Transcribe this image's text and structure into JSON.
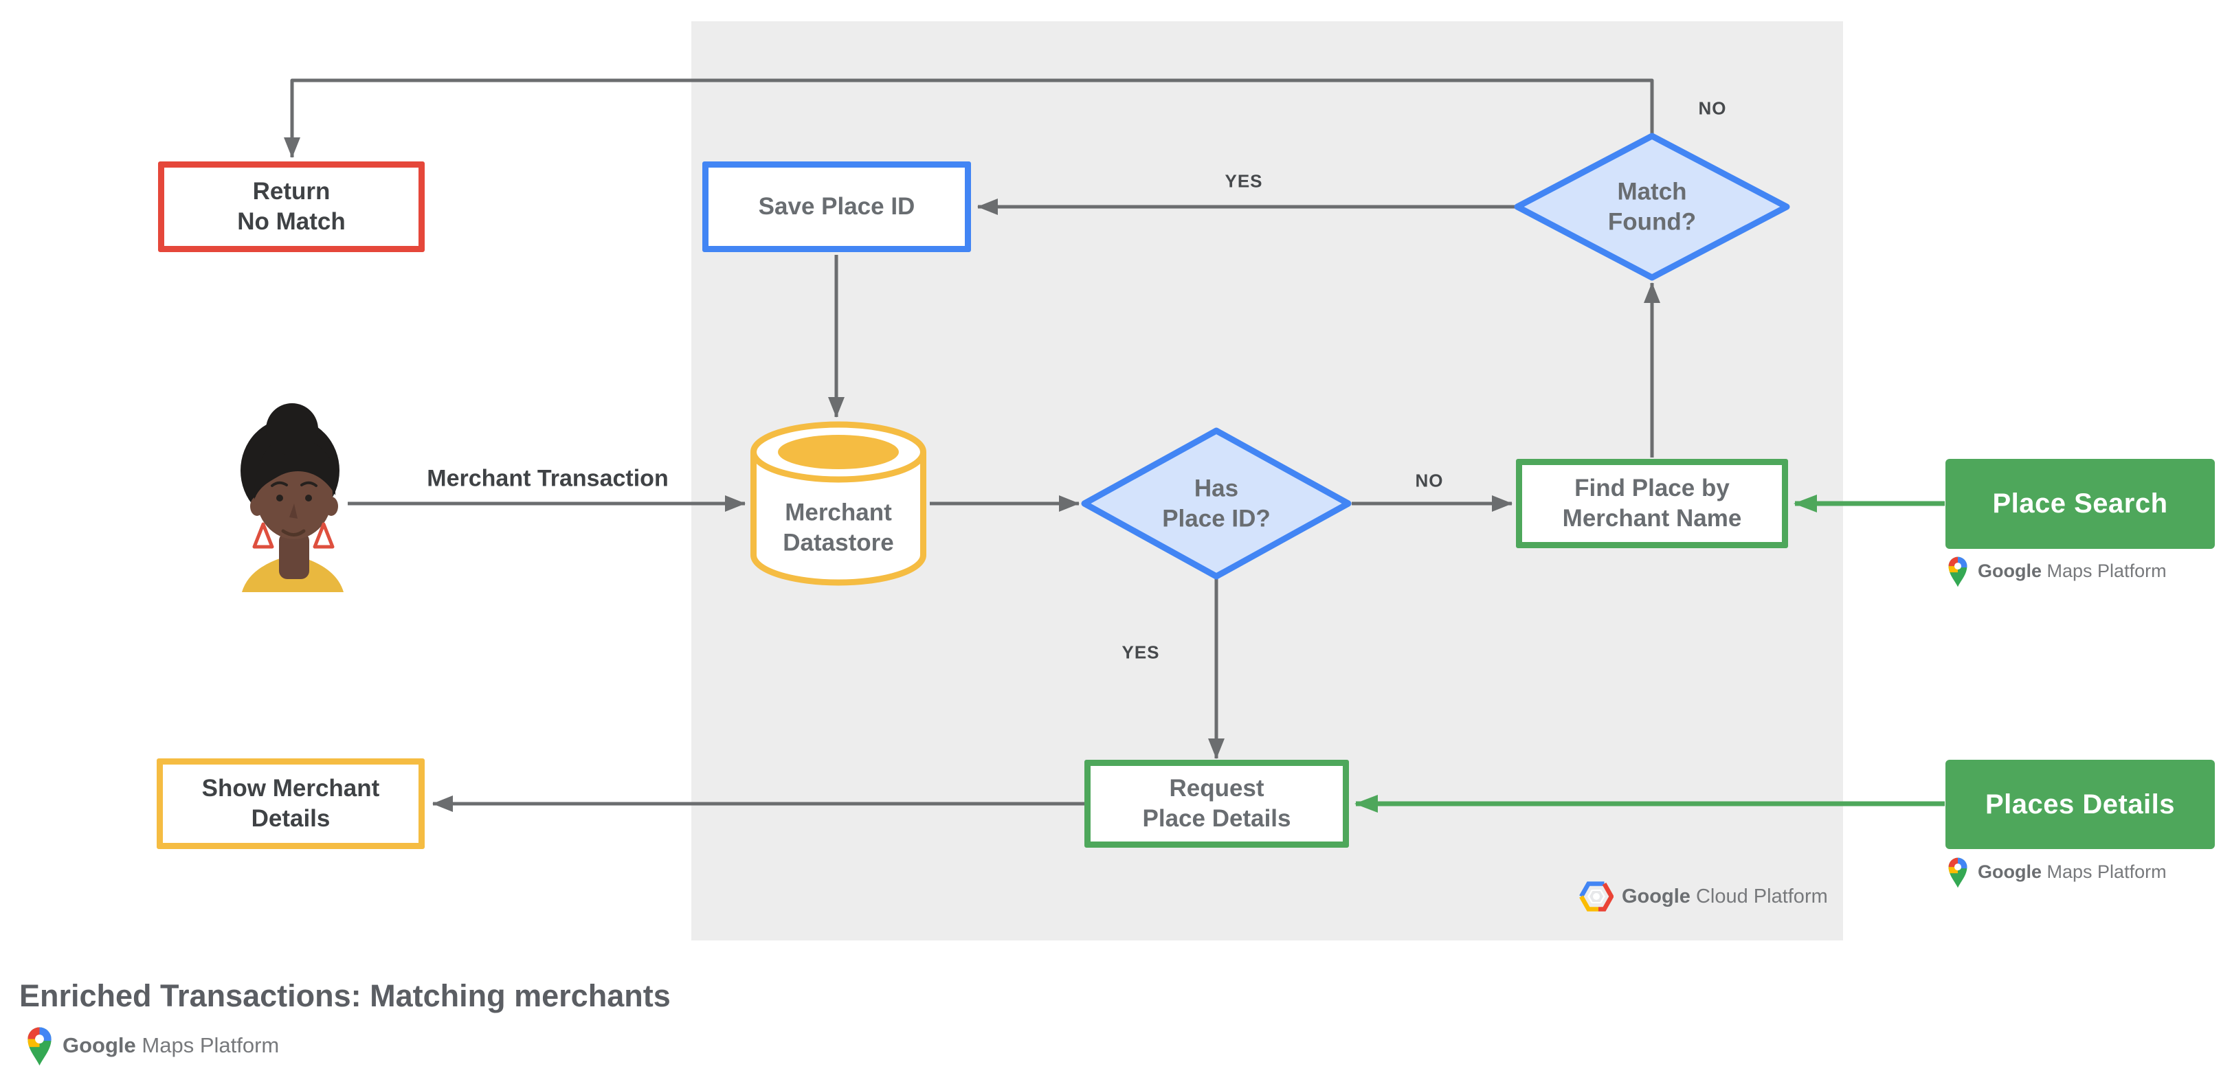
{
  "title": "Enriched Transactions: Matching merchants",
  "colors": {
    "red_border": "#E5473A",
    "blue_border": "#4285F4",
    "blue_diamond_fill": "#D4E3FC",
    "yellow_border": "#F5BC42",
    "green": "#4EA75B",
    "panel_gray": "#EDEDED",
    "arrow_gray": "#6B6D6F",
    "text_dark": "#3F4245",
    "text_node": "#696D71",
    "logo_blue": "#4285F4",
    "logo_red": "#EA4335",
    "logo_yellow": "#FBBC04",
    "logo_green": "#34A853"
  },
  "nodes": {
    "return_no_match": {
      "label": "Return\nNo Match"
    },
    "save_place_id": {
      "label": "Save Place ID"
    },
    "match_found": {
      "label": "Match\nFound?"
    },
    "merchant_datastore": {
      "label": "Merchant\nDatastore"
    },
    "has_place_id": {
      "label": "Has\nPlace ID?"
    },
    "find_place_by_merchant_name": {
      "label": "Find Place by\nMerchant Name"
    },
    "place_search": {
      "label": "Place Search"
    },
    "request_place_details": {
      "label": "Request\nPlace Details"
    },
    "show_merchant_details": {
      "label": "Show Merchant\nDetails"
    },
    "places_details": {
      "label": "Places Details"
    }
  },
  "edge_labels": {
    "merchant_transaction": "Merchant Transaction",
    "has_place_id_no": "NO",
    "has_place_id_yes": "YES",
    "match_found_yes": "YES",
    "match_found_no": "NO"
  },
  "logos": {
    "google_maps_platform": {
      "google": "Google",
      "product": "Maps Platform"
    },
    "google_cloud_platform": {
      "google": "Google",
      "product": "Cloud Platform"
    }
  }
}
